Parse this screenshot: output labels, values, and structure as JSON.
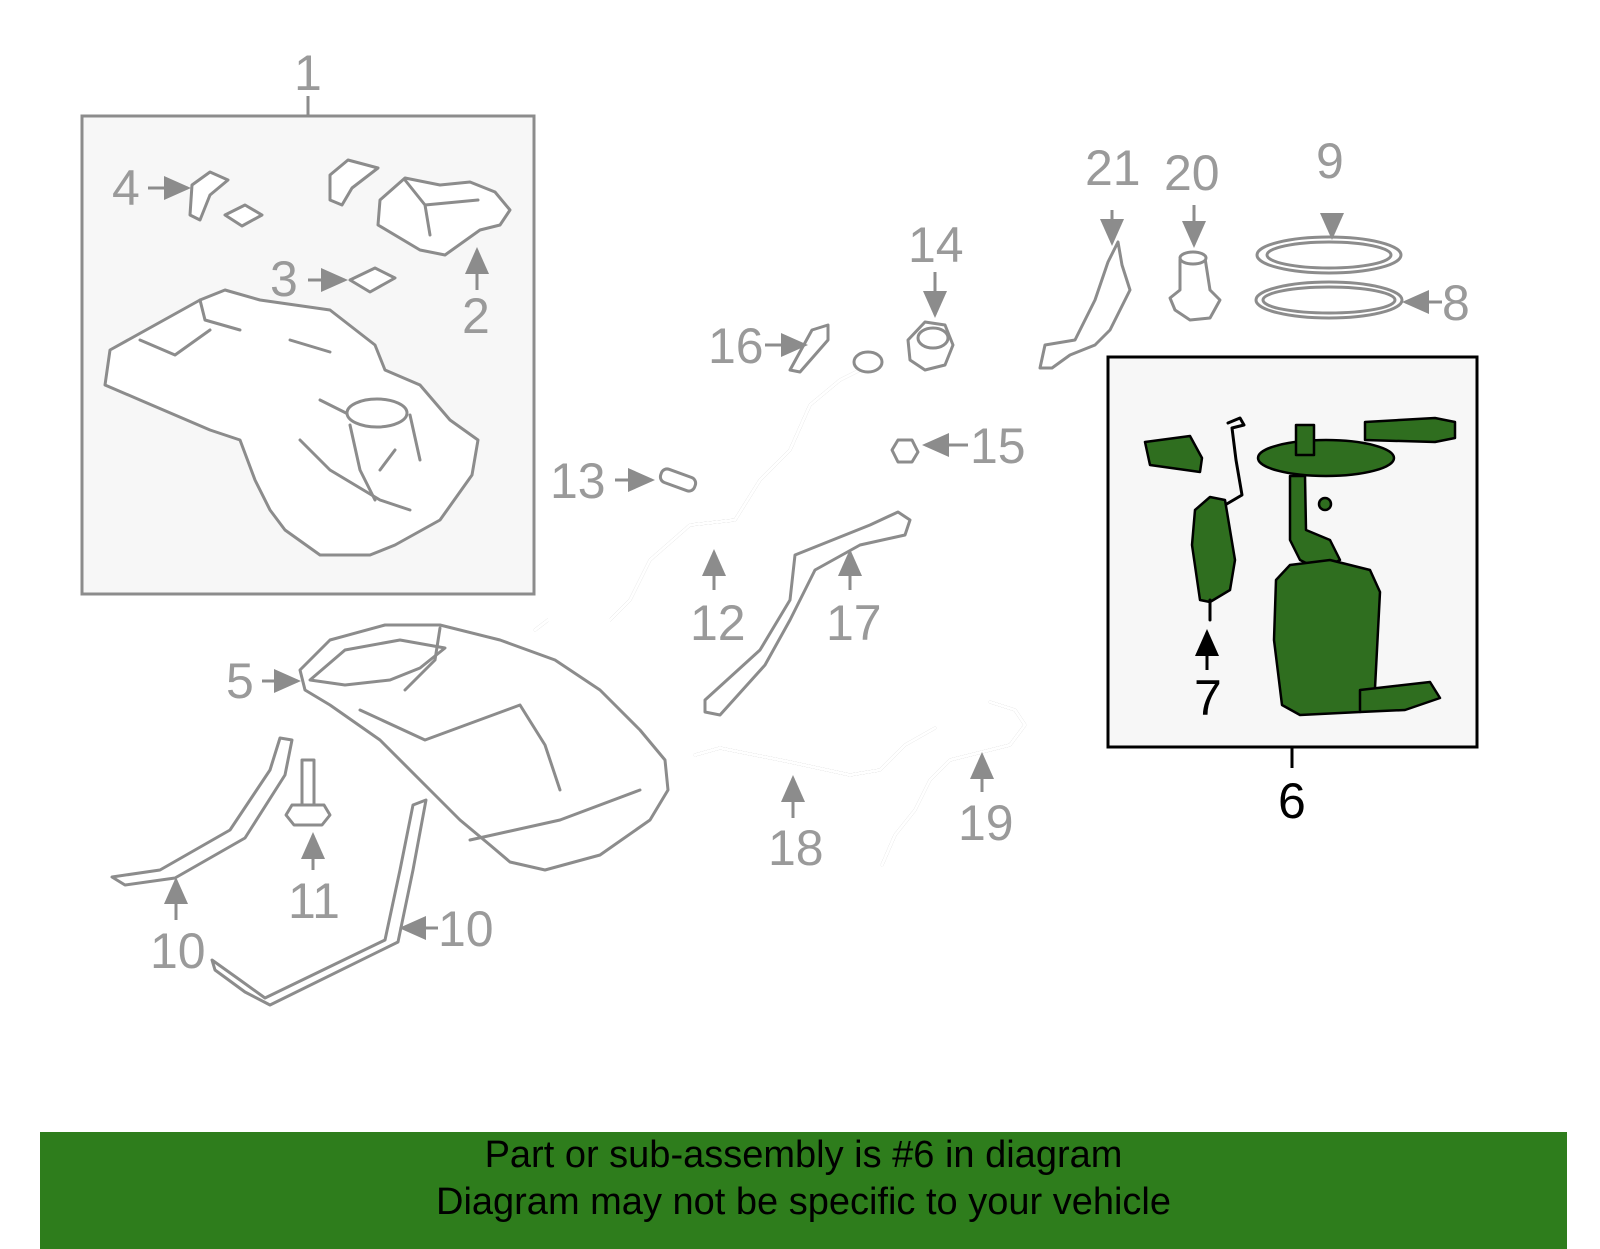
{
  "colors": {
    "highlight": "#2f6e1f",
    "banner_bg": "#2e7d1c",
    "part_line": "#8c8c8c"
  },
  "callouts": {
    "c1": "1",
    "c2": "2",
    "c3": "3",
    "c4": "4",
    "c5": "5",
    "c6": "6",
    "c7": "7",
    "c8": "8",
    "c9": "9",
    "c10a": "10",
    "c10b": "10",
    "c11": "11",
    "c12": "12",
    "c13": "13",
    "c14": "14",
    "c15": "15",
    "c16": "16",
    "c17": "17",
    "c18": "18",
    "c19": "19",
    "c20": "20",
    "c21": "21"
  },
  "banner": {
    "line1": "Part or sub-assembly is #6 in diagram",
    "line2": "Diagram may not be specific to your vehicle"
  }
}
